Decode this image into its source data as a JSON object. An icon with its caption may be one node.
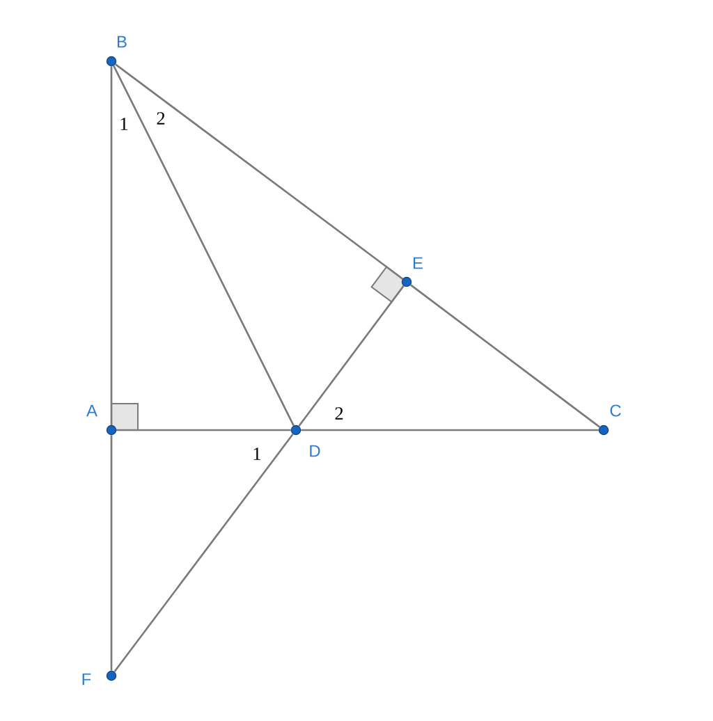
{
  "diagram": {
    "nodes": [
      {
        "text": [],
        "shape": "circle",
        "beside": [
          "B"
        ]
      },
      {
        "text": [],
        "shape": "circle",
        "beside": [
          "E"
        ]
      },
      {
        "text": [],
        "shape": "circle",
        "beside": [
          "A"
        ]
      },
      {
        "text": [],
        "shape": "circle",
        "beside": [
          "D"
        ]
      },
      {
        "text": [],
        "shape": "circle",
        "beside": [
          "C"
        ]
      },
      {
        "text": [],
        "shape": "circle",
        "beside": [
          "F"
        ]
      }
    ],
    "edges": [
      {
        "from": 0,
        "to": 2,
        "arrow": "none"
      },
      {
        "from": 2,
        "to": 5,
        "arrow": "none"
      },
      {
        "from": 0,
        "to": 1,
        "arrow": "none"
      },
      {
        "from": 1,
        "to": 4,
        "arrow": "none"
      },
      {
        "from": 2,
        "to": 3,
        "arrow": "none"
      },
      {
        "from": 3,
        "to": 4,
        "arrow": "none"
      },
      {
        "from": 0,
        "to": 3,
        "arrow": "none"
      },
      {
        "from": 3,
        "to": 1,
        "arrow": "none"
      },
      {
        "from": 3,
        "to": 5,
        "arrow": "none"
      }
    ],
    "labels": [
      "1",
      "2",
      "2",
      "1"
    ]
  }
}
